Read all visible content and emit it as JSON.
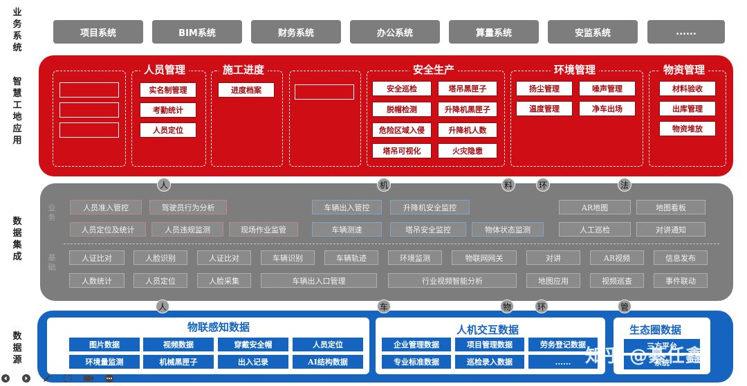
{
  "row_labels": {
    "business": "业务系统",
    "smart": "智慧工地应用",
    "collect": "数据集成",
    "source": "数据源"
  },
  "top_systems": [
    "项目系统",
    "BIM系统",
    "财务系统",
    "办公系统",
    "算量系统",
    "安监系统",
    "......"
  ],
  "smart_app": {
    "personnel": {
      "title": "人员管理",
      "items": [
        "实名制管理",
        "考勤统计",
        "人员定位"
      ]
    },
    "progress": {
      "title": "施工进度",
      "items": [
        "进度档案"
      ]
    },
    "safety": {
      "title": "安全生产",
      "items": [
        "安全巡检",
        "塔吊黑匣子",
        "脱帽检测",
        "升降机黑匣子",
        "危险区域入侵",
        "升降机人数",
        "塔吊可视化",
        "火灾隐患"
      ]
    },
    "environment": {
      "title": "环境管理",
      "items": [
        "扬尘管理",
        "噪声管理",
        "温度管理",
        "净车出场"
      ]
    },
    "material": {
      "title": "物资管理",
      "items": [
        "材料验收",
        "出库管理",
        "物资堆放"
      ]
    }
  },
  "connectors_top": [
    "人",
    "机",
    "料",
    "环",
    "法"
  ],
  "connectors_bottom": [
    "人",
    "车",
    "物",
    "环",
    "管"
  ],
  "collect": {
    "business_tag": "业务",
    "base_tag": "基础",
    "business_rows": [
      [
        "人员准入管控",
        "驾驶员行为分析",
        "车辆出入管控",
        "升降机安全监控",
        "AR地图",
        "地图看板"
      ],
      [
        "人员定位及统计",
        "人员违规监测",
        "现场作业监管",
        "车辆测速",
        "塔吊安全监控",
        "物体状态监测",
        "人工巡检",
        "对讲通知"
      ]
    ],
    "base_rows": [
      [
        "人证比对",
        "人脸识别",
        "人证比对",
        "车辆识别",
        "车辆轨迹",
        "环境监测",
        "物联网网关",
        "对讲",
        "AR视频",
        "信息发布"
      ],
      [
        "人数统计",
        "人员定位",
        "人脸采集",
        "车辆出入口管理",
        "行业视频智能分析",
        "地图应用",
        "视频巡查",
        "事件联动"
      ]
    ]
  },
  "source": {
    "iot": {
      "title": "物联感知数据",
      "items": [
        "图片数据",
        "视频数据",
        "穿戴安全帽",
        "人员定位",
        "环境量监测",
        "机械黑匣子",
        "出入记录",
        "AI结构数据"
      ]
    },
    "hci": {
      "title": "人机交互数据",
      "items": [
        "企业管理数据",
        "项目管理数据",
        "劳务登记数据",
        "专业标准数据",
        "巡检录入数据",
        "......"
      ]
    },
    "eco": {
      "title": "生态圈数据",
      "items": [
        "三方平台",
        "系统"
      ]
    }
  },
  "watermark": "知乎 @綦任鑫"
}
